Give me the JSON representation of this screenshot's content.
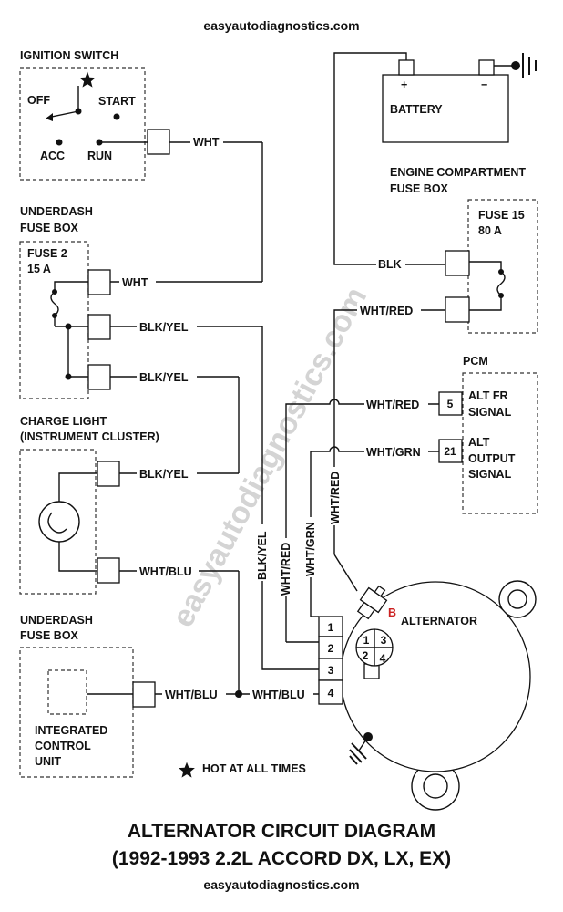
{
  "header": {
    "site": "easyautodiagnostics.com"
  },
  "footer": {
    "title_line1": "ALTERNATOR CIRCUIT DIAGRAM",
    "title_line2": "(1992-1993 2.2L ACCORD DX, LX, EX)",
    "site": "easyautodiagnostics.com"
  },
  "watermark": "easyautodiagnostics.com",
  "ignition_switch": {
    "title": "IGNITION SWITCH",
    "off": "OFF",
    "start": "START",
    "acc": "ACC",
    "run": "RUN"
  },
  "underdash_fuse_box_1": {
    "title_line1": "UNDERDASH",
    "title_line2": "FUSE BOX",
    "fuse_line1": "FUSE 2",
    "fuse_line2": "15 A"
  },
  "charge_light": {
    "title_line1": "CHARGE LIGHT",
    "title_line2": "(INSTRUMENT CLUSTER)"
  },
  "underdash_fuse_box_2": {
    "title_line1": "UNDERDASH",
    "title_line2": "FUSE BOX",
    "icu_line1": "INTEGRATED",
    "icu_line2": "CONTROL",
    "icu_line3": "UNIT"
  },
  "battery": {
    "label": "BATTERY",
    "plus": "+",
    "minus": "−"
  },
  "engine_fuse_box": {
    "title_line1": "ENGINE COMPARTMENT",
    "title_line2": "FUSE BOX",
    "fuse_line1": "FUSE 15",
    "fuse_line2": "80 A"
  },
  "pcm": {
    "title": "PCM",
    "pin5": "5",
    "pin21": "21",
    "pin5_line1": "ALT FR",
    "pin5_line2": "SIGNAL",
    "pin21_line1": "ALT",
    "pin21_line2": "OUTPUT",
    "pin21_line3": "SIGNAL"
  },
  "alternator": {
    "label": "ALTERNATOR",
    "terminal_b": "B",
    "connector_pins": [
      "1",
      "2",
      "3",
      "4"
    ],
    "plug_pins": [
      "1",
      "3",
      "2",
      "4"
    ]
  },
  "wires": {
    "wht_ign": "WHT",
    "wht_fuse2": "WHT",
    "blk_yel_1": "BLK/YEL",
    "blk_yel_2": "BLK/YEL",
    "blk_yel_3": "BLK/YEL",
    "wht_blu_1": "WHT/BLU",
    "wht_blu_2": "WHT/BLU",
    "wht_blu_3": "WHT/BLU",
    "blk": "BLK",
    "wht_red_1": "WHT/RED",
    "wht_red_2": "WHT/RED",
    "wht_grn_1": "WHT/GRN",
    "blk_yel_v": "BLK/YEL",
    "wht_red_v": "WHT/RED",
    "wht_grn_v": "WHT/GRN",
    "wht_red_v2": "WHT/RED"
  },
  "legend": {
    "hot": "HOT AT ALL TIMES"
  },
  "colors": {
    "terminal_b": "#cc2222",
    "watermark": "#d4d4d4"
  }
}
